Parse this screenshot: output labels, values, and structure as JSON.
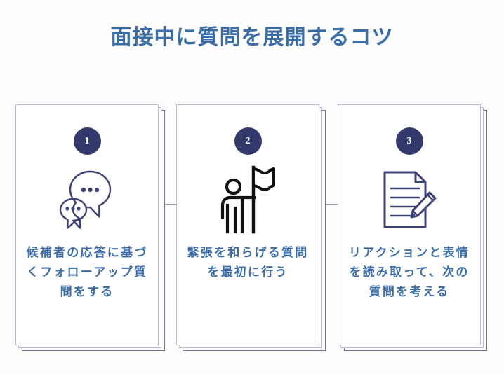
{
  "slide": {
    "title": "面接中に質問を展開するコツ",
    "background_color": "#fdfdfd",
    "title_color": "#3a6ca5",
    "label_color": "#3d6da8",
    "badge_color": "#333a6b",
    "card_border_color": "#b9bdd4"
  },
  "cards": [
    {
      "number": "1",
      "icon": "speech-bubbles-icon",
      "label": "候補者の応答に基づくフォローアップ質問をする"
    },
    {
      "number": "2",
      "icon": "person-with-flag-icon",
      "label": "緊張を和らげる質問を最初に行う"
    },
    {
      "number": "3",
      "icon": "document-with-pencil-icon",
      "label": "リアクションと表情を読み取って、次の質問を考える"
    }
  ]
}
